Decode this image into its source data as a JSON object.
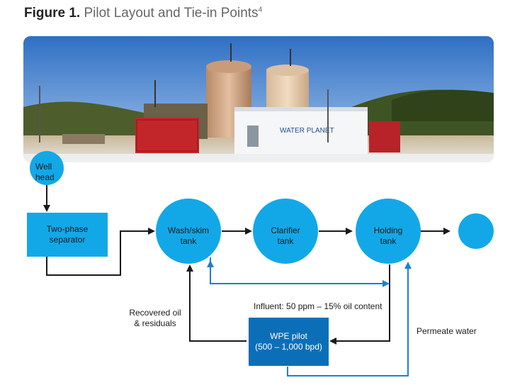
{
  "figure": {
    "number": "Figure 1.",
    "caption": "Pilot Layout and Tie-in Points",
    "ref": "4"
  },
  "photo": {
    "sign_text": "WATER PLANET"
  },
  "nodes": {
    "wellhead": [
      "Well",
      "head"
    ],
    "separator": [
      "Two-phase",
      "separator"
    ],
    "wash": [
      "Wash/skim",
      "tank"
    ],
    "clarifier": [
      "Clarifier",
      "tank"
    ],
    "holding": [
      "Holding",
      "tank"
    ],
    "pilot": [
      "WPE pilot",
      "(500 – 1,000 bpd)"
    ]
  },
  "annotations": {
    "influent": "Influent: 50 ppm – 15% oil content",
    "recovered": [
      "Recovered oil",
      "& residuals"
    ],
    "permeate": "Permeate water"
  },
  "colors": {
    "node_fill": "#12a8e8",
    "pilot_fill": "#0b6fb8",
    "black_arrow": "#1a1a1a",
    "blue_arrow": "#1e7fd0"
  }
}
